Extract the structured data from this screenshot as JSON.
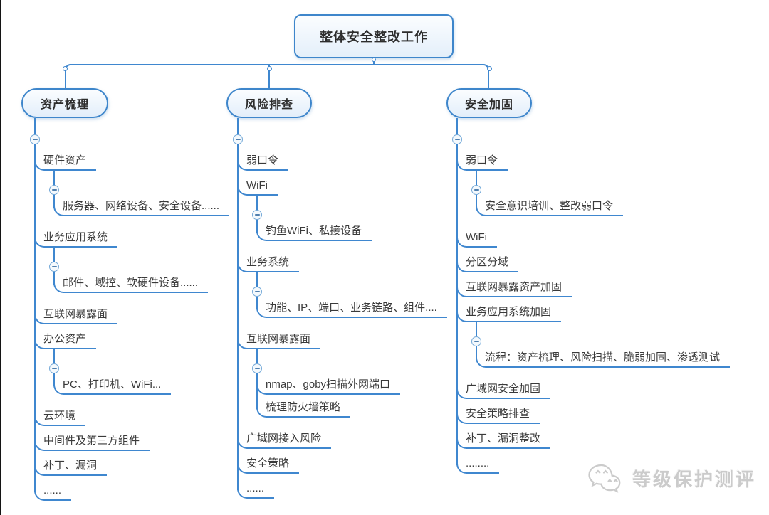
{
  "root": {
    "label": "整体安全整改工作"
  },
  "colors": {
    "line": "#3f87cf",
    "node_border": "#3e86cb",
    "node_fill": "#e9f2fb",
    "text": "#3a3a3a",
    "watermark": "#cbcbcb"
  },
  "watermark": {
    "icon": "wechat-icon",
    "text": "等级保护测评"
  },
  "branches": [
    {
      "label": "资产梳理",
      "children": [
        {
          "label": "硬件资产",
          "children": [
            {
              "label": "服务器、网络设备、安全设备......"
            }
          ]
        },
        {
          "label": "业务应用系统",
          "children": [
            {
              "label": "邮件、域控、软硬件设备......"
            }
          ]
        },
        {
          "label": "互联网暴露面"
        },
        {
          "label": "办公资产",
          "children": [
            {
              "label": "PC、打印机、WiFi..."
            }
          ]
        },
        {
          "label": "云环境"
        },
        {
          "label": "中间件及第三方组件"
        },
        {
          "label": "补丁、漏洞"
        },
        {
          "label": "......"
        }
      ]
    },
    {
      "label": "风险排查",
      "children": [
        {
          "label": "弱口令"
        },
        {
          "label": "WiFi",
          "children": [
            {
              "label": "钓鱼WiFi、私接设备"
            }
          ]
        },
        {
          "label": "业务系统",
          "children": [
            {
              "label": "功能、IP、端口、业务链路、组件...."
            }
          ]
        },
        {
          "label": "互联网暴露面",
          "children": [
            {
              "label": "nmap、goby扫描外网端口"
            },
            {
              "label": "梳理防火墙策略"
            }
          ]
        },
        {
          "label": "广域网接入风险"
        },
        {
          "label": "安全策略"
        },
        {
          "label": "......"
        }
      ]
    },
    {
      "label": "安全加固",
      "children": [
        {
          "label": "弱口令",
          "children": [
            {
              "label": "安全意识培训、整改弱口令"
            }
          ]
        },
        {
          "label": "WiFi"
        },
        {
          "label": "分区分域"
        },
        {
          "label": "互联网暴露资产加固"
        },
        {
          "label": "业务应用系统加固",
          "children": [
            {
              "label": "流程：资产梳理、风险扫描、脆弱加固、渗透测试"
            }
          ]
        },
        {
          "label": "广域网安全加固"
        },
        {
          "label": "安全策略排查"
        },
        {
          "label": "补丁、漏洞整改"
        },
        {
          "label": "........"
        }
      ]
    }
  ]
}
